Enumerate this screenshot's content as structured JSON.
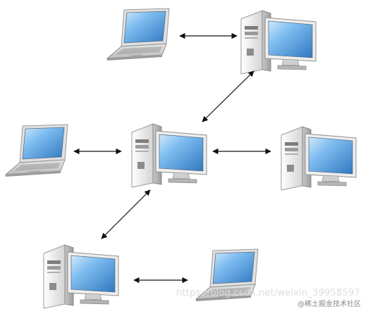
{
  "colors": {
    "screen": "#3b82c4",
    "screen_light": "#9fd0f5",
    "case_light": "#f6f6f6",
    "case_dark": "#b8b8b8",
    "laptop_body": "#d9d9d9",
    "arrow": "#111111"
  },
  "nodes": [
    {
      "id": "laptop-top",
      "kind": "laptop"
    },
    {
      "id": "desktop-top-right",
      "kind": "desktop"
    },
    {
      "id": "laptop-mid-left",
      "kind": "laptop"
    },
    {
      "id": "desktop-center",
      "kind": "desktop"
    },
    {
      "id": "desktop-mid-right",
      "kind": "desktop"
    },
    {
      "id": "desktop-bottom-left",
      "kind": "desktop"
    },
    {
      "id": "laptop-bottom-right",
      "kind": "laptop"
    }
  ],
  "edges": [
    {
      "from": "laptop-top",
      "to": "desktop-top-right"
    },
    {
      "from": "desktop-top-right",
      "to": "desktop-center"
    },
    {
      "from": "laptop-mid-left",
      "to": "desktop-center"
    },
    {
      "from": "desktop-center",
      "to": "desktop-mid-right"
    },
    {
      "from": "desktop-center",
      "to": "desktop-bottom-left"
    },
    {
      "from": "desktop-bottom-left",
      "to": "laptop-bottom-right"
    }
  ],
  "watermark": {
    "url": "https://blog.csdn.net/weixin_39958597",
    "brand": "@稀土掘金技术社区"
  }
}
